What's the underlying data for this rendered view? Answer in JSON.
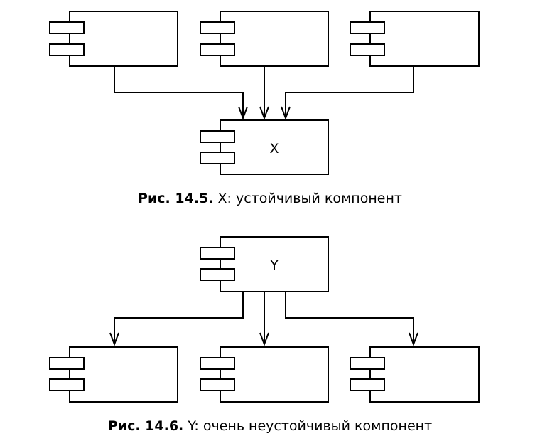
{
  "figure1": {
    "center_label": "X",
    "caption_number": "Рис. 14.5.",
    "caption_text": "X: устойчивый компонент"
  },
  "figure2": {
    "center_label": "Y",
    "caption_number": "Рис. 14.6.",
    "caption_text": "Y: очень неустойчивый компонент"
  }
}
